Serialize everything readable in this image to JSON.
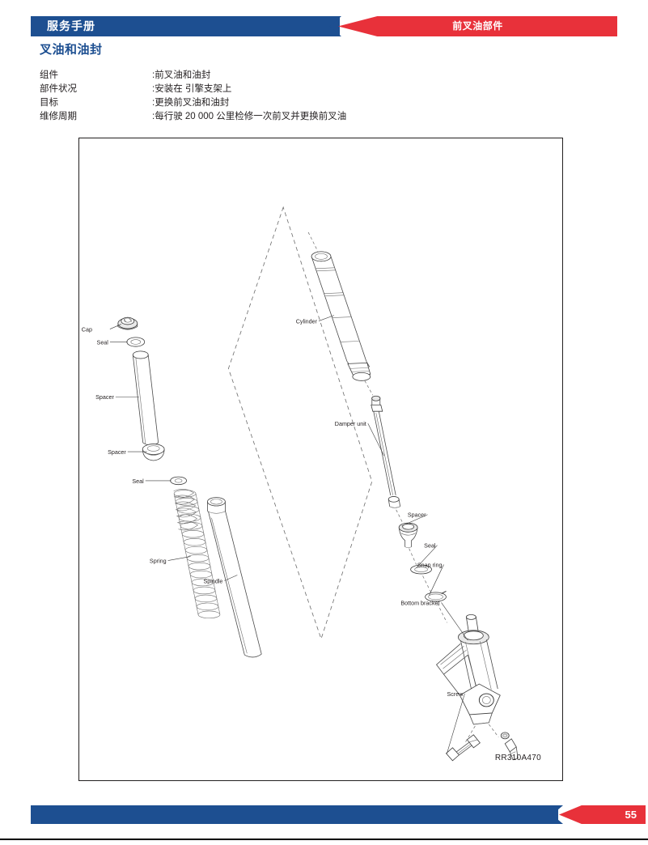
{
  "header": {
    "manual_label": "服务手册",
    "section_label": "前叉油部件",
    "blue_color": "#1d4f91",
    "red_color": "#e8313a"
  },
  "section_title": "叉油和油封",
  "meta": {
    "rows": [
      {
        "label": "组件",
        "value": ":前叉油和油封"
      },
      {
        "label": "部件状况",
        "value": ":安装在 引擎支架上"
      },
      {
        "label": "目标",
        "value": ":更换前叉油和油封"
      },
      {
        "label": "维修周期",
        "value": ":每行驶 20 000 公里检修一次前叉并更换前叉油"
      }
    ]
  },
  "diagram": {
    "reference_code": "RR310A470",
    "callouts": [
      {
        "name": "cap",
        "label": "Cap"
      },
      {
        "name": "seal-upper",
        "label": "Seal"
      },
      {
        "name": "spacer-upper",
        "label": "Spacer"
      },
      {
        "name": "spacer-mid",
        "label": "Spacer"
      },
      {
        "name": "seal-mid",
        "label": "Seal"
      },
      {
        "name": "spring",
        "label": "Spring"
      },
      {
        "name": "spindle",
        "label": "Spindle"
      },
      {
        "name": "cylinder",
        "label": "Cylinder"
      },
      {
        "name": "damper-unit",
        "label": "Damper unit"
      },
      {
        "name": "spacer-lower",
        "label": "Spacer"
      },
      {
        "name": "seal-lower",
        "label": "Seal"
      },
      {
        "name": "snap-ring",
        "label": "Snap ring"
      },
      {
        "name": "bottom-bracket",
        "label": "Bottom bracket"
      },
      {
        "name": "screw",
        "label": "Screw"
      }
    ]
  },
  "footer": {
    "page_number": "55"
  }
}
